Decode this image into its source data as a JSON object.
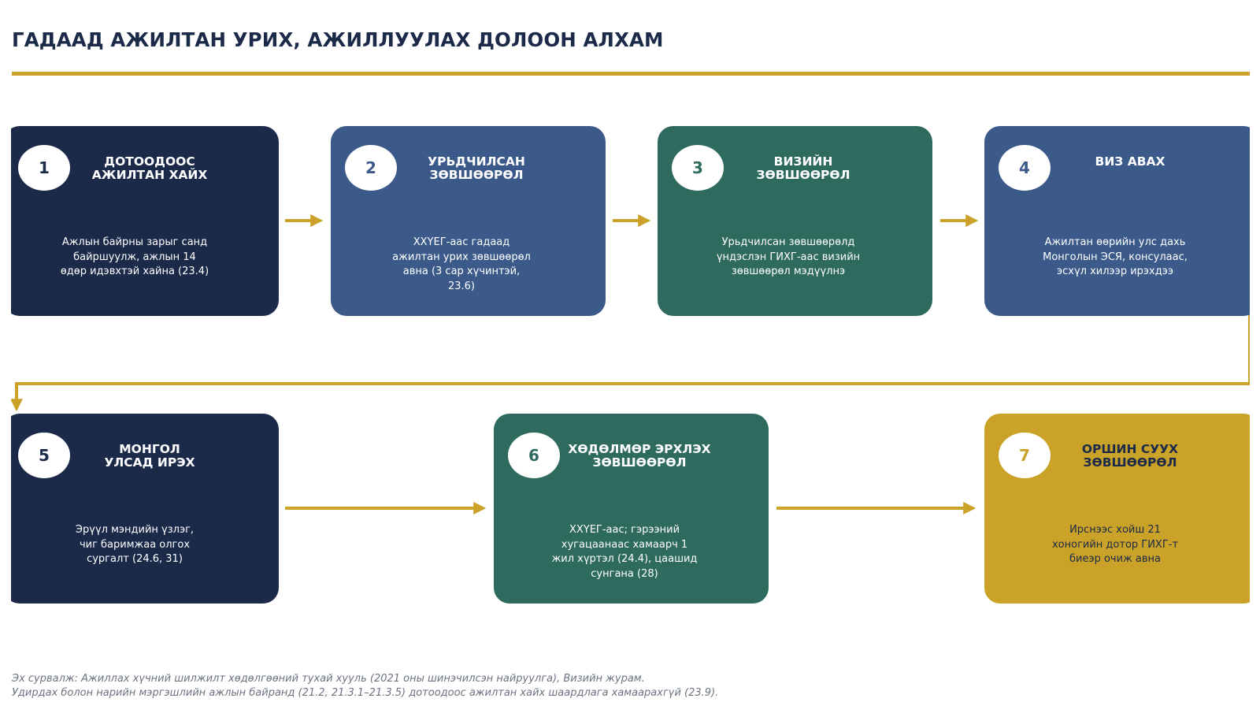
{
  "title": "ГАДААД АЖИЛТАН УРИХ, АЖИЛЛУУЛАХ ДОЛООН АЛХАМ",
  "colors": {
    "navy": "#1c2a4a",
    "blue": "#3b5a8a",
    "green": "#2e6b5e",
    "gold": "#c9a227"
  },
  "steps": [
    {
      "number": "1",
      "title": "ДОТООДООС АЖИЛТАН ХАЙХ",
      "description": "Ажлын байрны зарыг санд байршуулж, ажлын 14 өдөр идэвхтэй хайна (23.4)",
      "color": "navy"
    },
    {
      "number": "2",
      "title": "УРЬДЧИЛСАН ЗӨВШӨӨРӨЛ",
      "description": "ХХҮЕГ-аас гадаад ажилтан урих зөвшөөрөл авна (3 сар хүчинтэй, 23.6)",
      "color": "blue"
    },
    {
      "number": "3",
      "title": "ВИЗИЙН ЗӨВШӨӨРӨЛ",
      "description": "Урьдчилсан зөвшөөрөлд үндэслэн ГИХГ-аас визийн зөвшөөрөл мэдүүлнэ",
      "color": "green"
    },
    {
      "number": "4",
      "title": "ВИЗ АВАХ",
      "description": "Ажилтан өөрийн улс дахь Монголын ЭСЯ, консулаас, эсхүл хилээр ирэхдээ",
      "color": "blue"
    },
    {
      "number": "5",
      "title": "МОНГОЛ УЛСАД ИРЭХ",
      "description": "Эрүүл мэндийн үзлэг, чиг баримжаа олгох сургалт (24.6, 31)",
      "color": "navy"
    },
    {
      "number": "6",
      "title": "ХӨДӨЛМӨР ЭРХЛЭХ ЗӨВШӨӨРӨЛ",
      "description": "ХХҮЕГ-аас; гэрээний хугацаанаас хамаарч 1 жил хүртэл (24.4), цаашид сунгана (28)",
      "color": "green"
    },
    {
      "number": "7",
      "title": "ОРШИН СУУХ ЗӨВШӨӨРӨЛ",
      "description": "Ирснээс хойш 21 хоногийн дотор ГИХГ-т биеэр очиж авна",
      "color": "gold"
    }
  ],
  "footnote": {
    "line1": "Эх сурвалж: Ажиллах хүчний шилжилт хөдөлгөөний тухай хууль (2021 оны шинэчилсэн найруулга), Визийн журам.",
    "line2": "Удирдах болон нарийн мэргэшлийн ажлын байранд (21.2, 21.3.1–21.3.5) дотоодоос ажилтан хайх шаардлага хамаарахгүй (23.9)."
  }
}
